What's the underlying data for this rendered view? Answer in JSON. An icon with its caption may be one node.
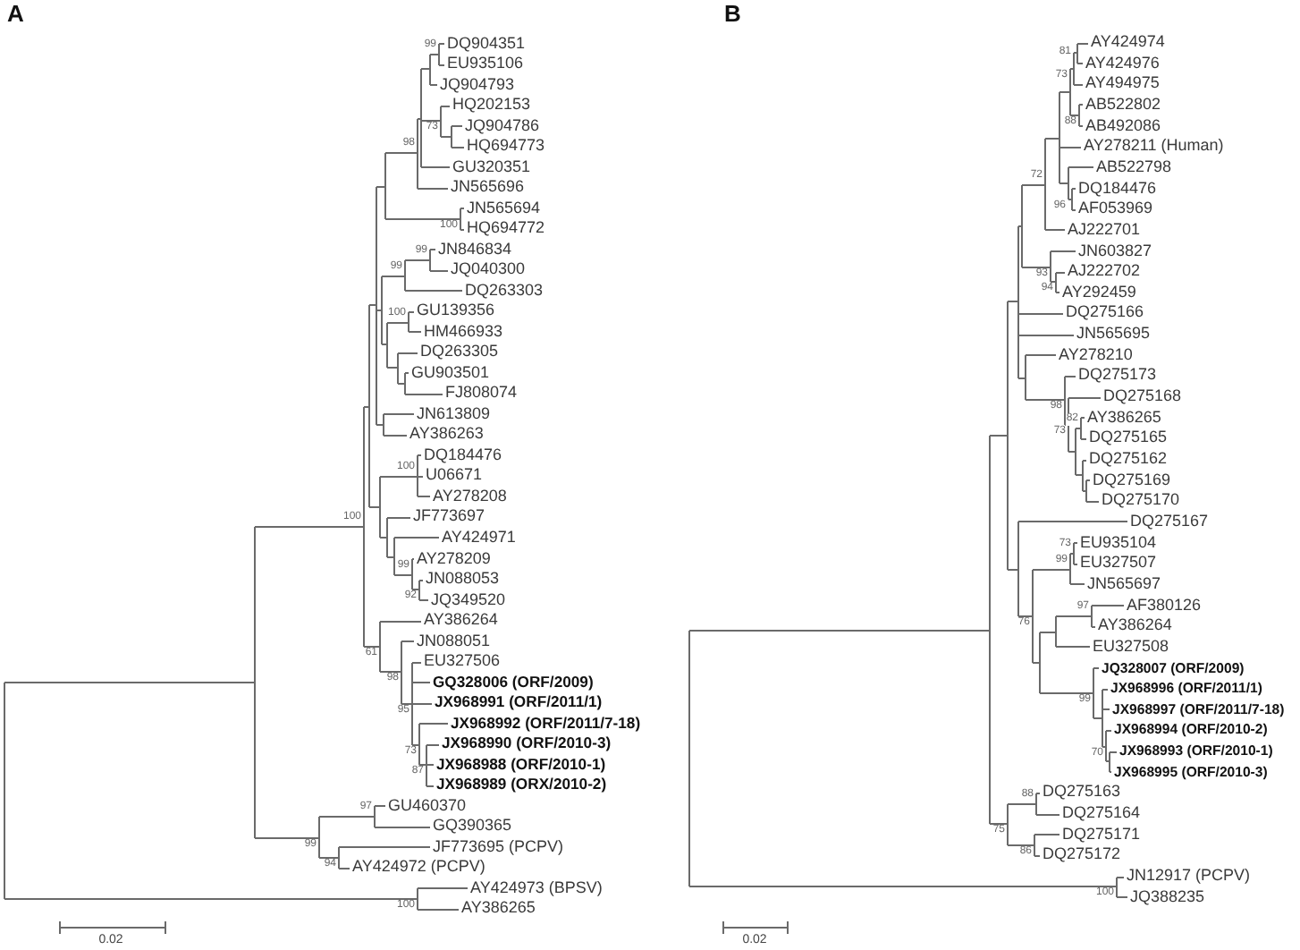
{
  "diagram": {
    "labels": [
      "A",
      "99",
      "DQ904351",
      "EU935106",
      "JQ904793",
      "HQ202153",
      "JQ904786",
      "73",
      "HQ694773",
      "98",
      "GU320351",
      "JN565696",
      "JN565694",
      "100",
      "HQ694772",
      "99",
      "JN846834",
      "99",
      "JQ040300",
      "DQ263303",
      "100",
      "GU139356",
      "HM466933",
      "DQ263305",
      "GU903501",
      "FJ808074",
      "JN613809",
      "AY386263",
      "DQ184476",
      "100",
      "U06671",
      "AY278208",
      "JF773697",
      "100",
      "AY424971",
      "AY278209",
      "JN088053",
      "99",
      "92",
      "JQ349520",
      "AY386264",
      "JN088051",
      "61",
      "EU327506",
      "98",
      "GQ328006 (ORF/2009)",
      "95",
      "JX968991 (ORF/2011/1)",
      "JX968992 (ORF/2011/7-18)",
      "JX968990 (ORF/2010-3)",
      "73",
      "JX968988 (ORF/2010-1)",
      "87",
      "JX968989 (ORX/2010-2)",
      "GU460370",
      "97",
      "GQ390365",
      "JF773695 (PCPV)",
      "99",
      "AY424972 (PCPV)",
      "94",
      "AY424973 (BPSV)",
      "AY386265",
      "100",
      "0.02",
      "B",
      "AY424974",
      "81",
      "AY424976",
      "73",
      "AY494975",
      "AB522802",
      "88",
      "AB492086",
      "AY278211 (Human)",
      "AB522798",
      "72",
      "DQ184476",
      "96",
      "AF053969",
      "AJ222701",
      "JN603827",
      "93",
      "AJ222702",
      "94",
      "AY292459",
      "DQ275166",
      "JN565695",
      "AY278210",
      "DQ275173",
      "DQ275168",
      "98",
      "82",
      "AY386265",
      "73",
      "DQ275165",
      "DQ275162",
      "DQ275169",
      "DQ275170",
      "DQ275167",
      "73",
      "EU935104",
      "99",
      "EU327507",
      "JN565697",
      "97",
      "AF380126",
      "76",
      "AY386264",
      "EU327508",
      "JQ328007 (ORF/2009)",
      "JX968996 (ORF/2011/1)",
      "99",
      "JX968997 (ORF/2011/7-18)",
      "JX968994 (ORF/2010-2)",
      "JX968993 (ORF/2010-1)",
      "70",
      "JX968995 (ORF/2010-3)",
      "88",
      "DQ275163",
      "DQ275164",
      "75",
      "DQ275171",
      "86",
      "DQ275172",
      "JN12917 (PCPV)",
      "100",
      "JQ388235",
      "0.02"
    ]
  }
}
